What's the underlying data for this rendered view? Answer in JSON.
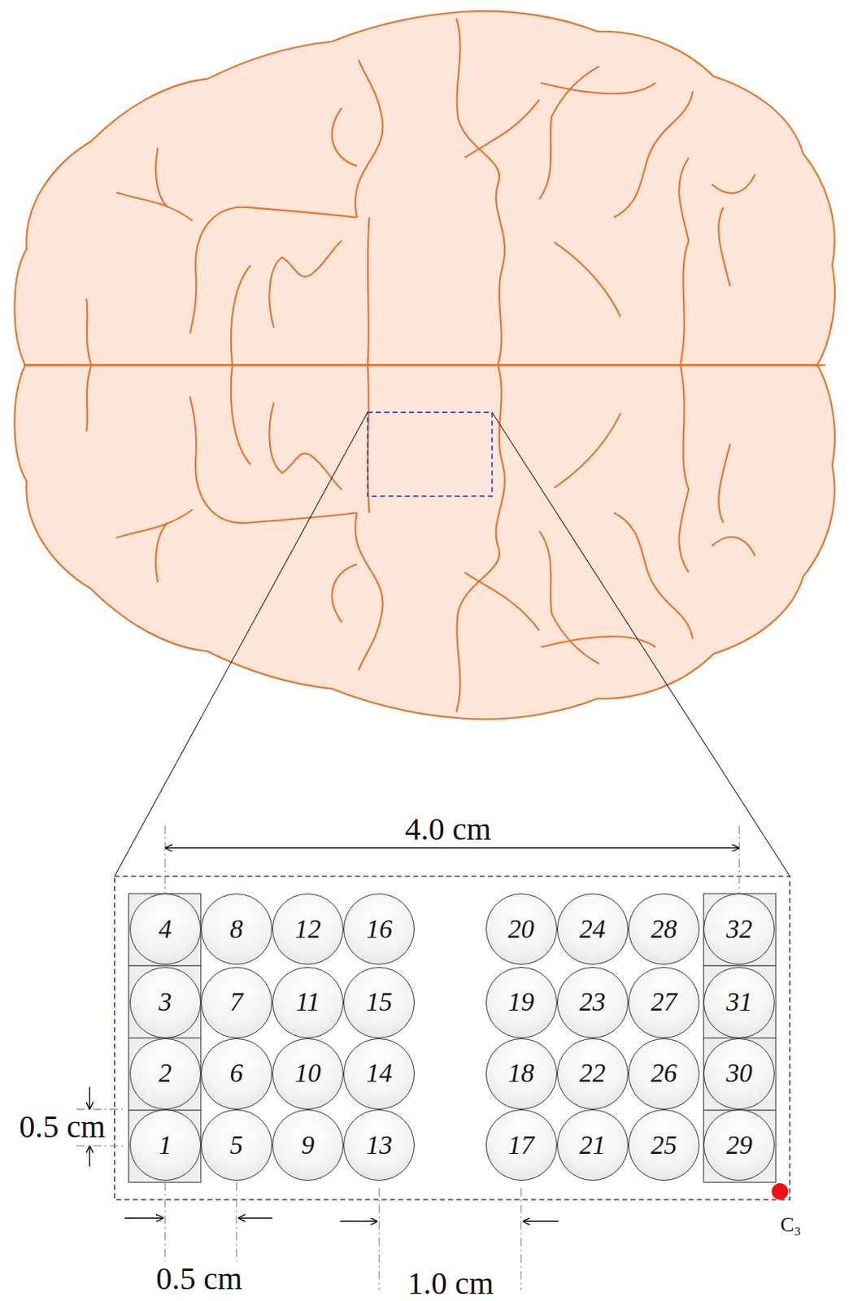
{
  "diagram": {
    "nodes": [
      {
        "text": [
          "4"
        ]
      },
      {
        "text": [
          "8"
        ]
      },
      {
        "text": [
          "12"
        ]
      },
      {
        "text": [
          "16"
        ]
      },
      {
        "text": [
          "20"
        ]
      },
      {
        "text": [
          "24"
        ]
      },
      {
        "text": [
          "28"
        ]
      },
      {
        "text": [
          "32"
        ]
      },
      {
        "text": [
          "3"
        ]
      },
      {
        "text": [
          "7"
        ]
      },
      {
        "text": [
          "11"
        ]
      },
      {
        "text": [
          "15"
        ]
      },
      {
        "text": [
          "19"
        ]
      },
      {
        "text": [
          "23"
        ]
      },
      {
        "text": [
          "27"
        ]
      },
      {
        "text": [
          "31"
        ]
      },
      {
        "text": [
          "2"
        ]
      },
      {
        "text": [
          "6"
        ]
      },
      {
        "text": [
          "10"
        ]
      },
      {
        "text": [
          "14"
        ]
      },
      {
        "text": [
          "18"
        ]
      },
      {
        "text": [
          "22"
        ]
      },
      {
        "text": [
          "26"
        ]
      },
      {
        "text": [
          "30"
        ]
      },
      {
        "text": [
          "1"
        ]
      },
      {
        "text": [
          "5"
        ]
      },
      {
        "text": [
          "9"
        ]
      },
      {
        "text": [
          "13"
        ]
      },
      {
        "text": [
          "17"
        ]
      },
      {
        "text": [
          "21"
        ]
      },
      {
        "text": [
          "25"
        ]
      },
      {
        "text": [
          "29"
        ]
      }
    ],
    "labels": [
      "4.0 cm",
      "0.5 cm",
      "0.5 cm",
      "1.0 cm",
      "C₃"
    ]
  }
}
